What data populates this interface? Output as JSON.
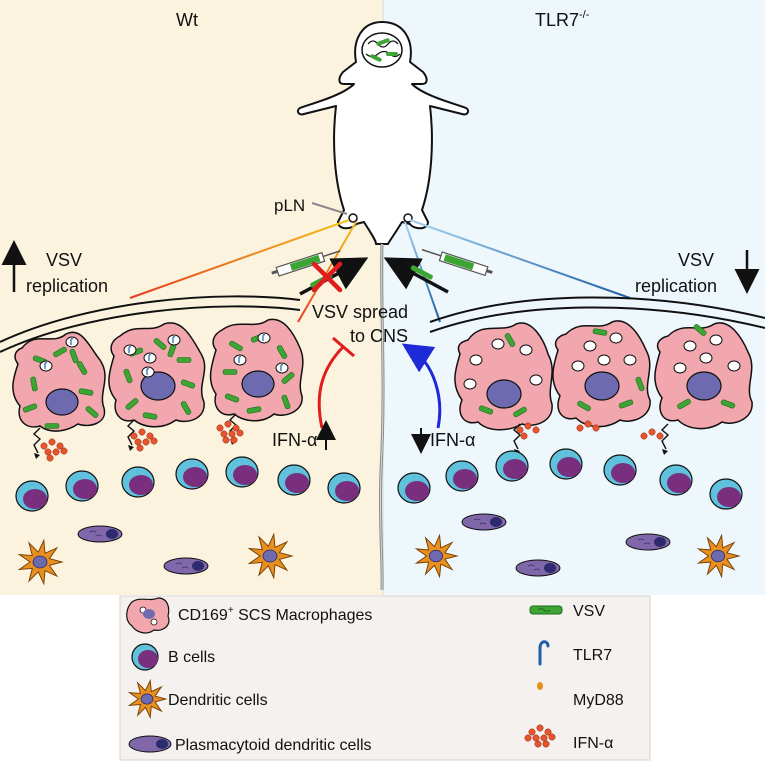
{
  "panels": {
    "left_title": "Wt",
    "right_title": "TLR7",
    "right_title_sup": "-/-"
  },
  "labels": {
    "pln": "pLN",
    "vsv_replication_left_line1": "VSV",
    "vsv_replication_left_line2": "replication",
    "vsv_replication_right_line1": "VSV",
    "vsv_replication_right_line2": "replication",
    "vsv_spread_line1": "VSV spread",
    "vsv_spread_line2": "to CNS",
    "ifn_alpha_left": "IFN-α",
    "ifn_alpha_right": "IFN-α"
  },
  "legend": {
    "macrophages": "CD169",
    "macrophages_sup": "+",
    "macrophages_rest": " SCS Macrophages",
    "b_cells": "B cells",
    "dendritic_cells": "Dendritic cells",
    "pdc": "Plasmacytoid dendritic cells",
    "vsv": "VSV",
    "tlr7": "TLR7",
    "myd88": "MyD88",
    "ifn": "IFN-α"
  },
  "colors": {
    "left_bg": "#fcf3df",
    "right_bg": "#eef7fc",
    "legend_bg": "#f4f1ef",
    "macrophage": "#f2a6ad",
    "nucleus": "#6e6aaf",
    "b_cell_ring": "#5fc1dc",
    "b_cell_core": "#7a2f7e",
    "dendritic": "#e8901f",
    "pdc": "#7f67a9",
    "vsv": "#3ca534",
    "ifn": "#e9532d",
    "inhibit_red": "#e21c1c",
    "promote_blue": "#1c2bd6"
  }
}
